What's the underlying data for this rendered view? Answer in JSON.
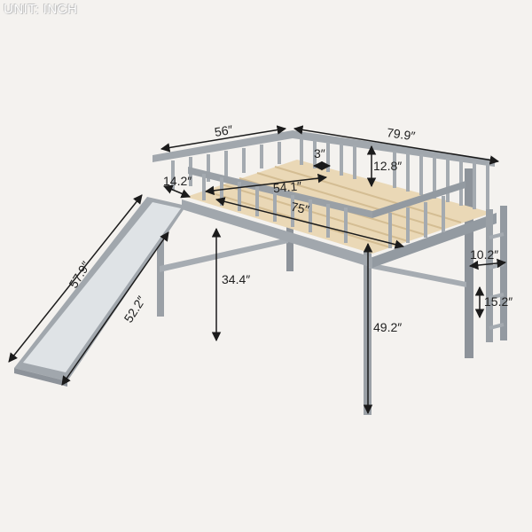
{
  "badge": {
    "text": "UNIT: INCH"
  },
  "dimensions": {
    "total_width": "56″",
    "total_length": "79.9″",
    "slat_gap": "3″",
    "guardrail_height": "12.8″",
    "slide_entry_width": "14.2″",
    "mattress_width": "54.1″",
    "mattress_length": "75″",
    "slide_length": "57.9″",
    "slide_ramp_length": "52.2″",
    "underbed_clearance": "34.4″",
    "total_height": "49.2″",
    "ladder_width": "10.2″",
    "ladder_step_spacing": "15.2″"
  },
  "colors": {
    "frame": "#9aa0a6",
    "frame_dark": "#7d838a",
    "slats": "#e7d3b0",
    "slide_panel": "#dfe3e6",
    "dimension_lines": "#1b1b1b",
    "background": "#f4f2ef"
  }
}
